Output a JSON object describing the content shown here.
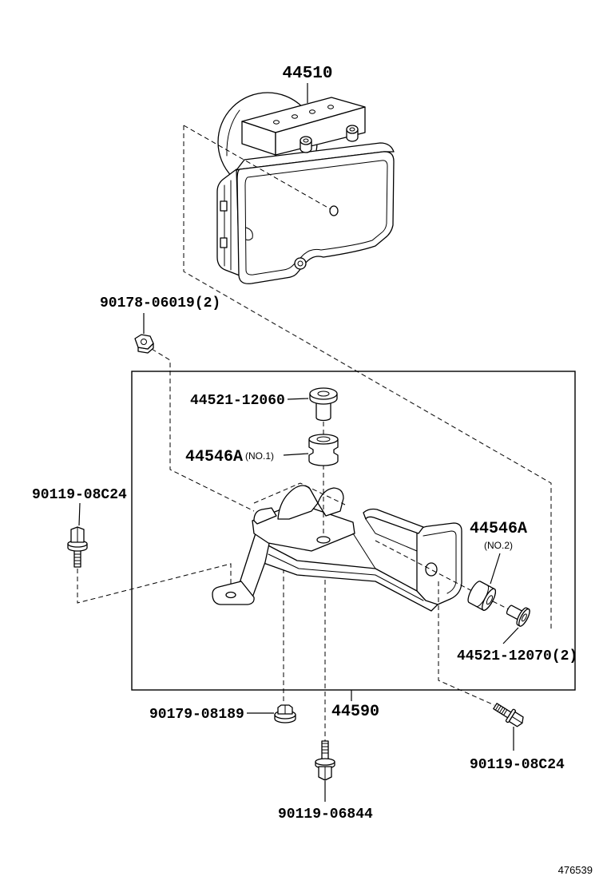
{
  "callouts": {
    "abs_actuator": "44510",
    "nut_upper": "90178-06019(2)",
    "collar_upper": "44521-12060",
    "cushion_no1": {
      "part": "44546A",
      "note": "(NO.1)"
    },
    "bolt_left": "90119-08C24",
    "cushion_no2": {
      "part": "44546A",
      "note": "(NO.2)"
    },
    "collar_lower": "44521-12070(2)",
    "bracket": "44590",
    "nut_lower": "90179-08189",
    "bolt_right": "90119-08C24",
    "bolt_lower": "90119-06844"
  },
  "illustration_number": "476539",
  "colors": {
    "ink": "#000000",
    "paper": "#ffffff"
  }
}
